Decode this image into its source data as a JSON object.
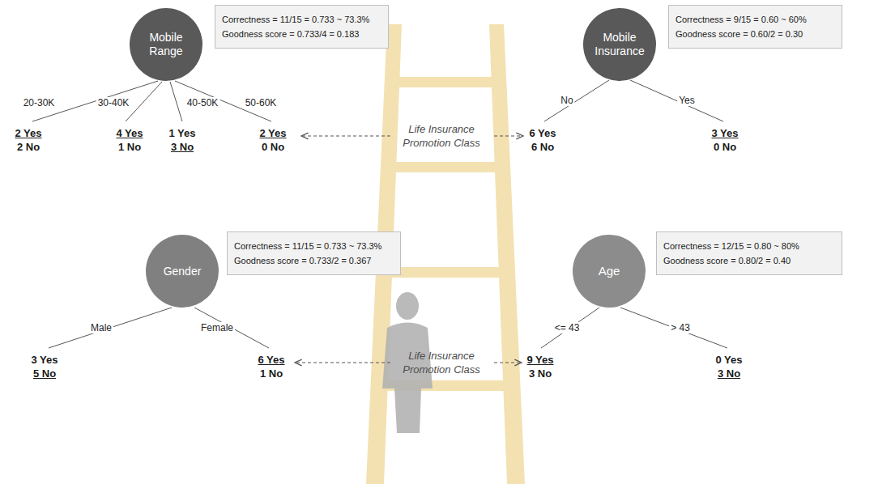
{
  "diagram": {
    "nodes": [
      {
        "text": [
          "Mobile Range"
        ]
      },
      {
        "text": [
          "Correctness = 11/15 = 0.733 ~ 73.3%",
          "Goodness score = 0.733/4 = 0.183"
        ]
      },
      {
        "text": [
          "Mobile Insurance"
        ]
      },
      {
        "text": [
          "Correctness = 9/15 = 0.60 ~ 60%",
          "Goodness score = 0.60/2 = 0.30"
        ]
      },
      {
        "text": [
          "Gender"
        ]
      },
      {
        "text": [
          "Correctness = 11/15 = 0.733 ~ 73.3%",
          "Goodness score = 0.733/2 = 0.367"
        ]
      },
      {
        "text": [
          "Age"
        ]
      },
      {
        "text": [
          "Correctness = 12/15 = 0.80 ~ 80%",
          "Goodness score = 0.80/2 = 0.40"
        ]
      }
    ],
    "labels": [
      "20-30K",
      "30-40K",
      "40-50K",
      "50-60K",
      "2 Yes",
      "2 No",
      "4 Yes",
      "1 No",
      "1 Yes",
      "3 No",
      "2 Yes",
      "0 No",
      "Life Insurance Promotion Class",
      "No",
      "Yes",
      "6 Yes",
      "6 No",
      "3 Yes",
      "0 No",
      "Male",
      "Female",
      "3 Yes",
      "5 No",
      "6 Yes",
      "1 No",
      "Life Insurance Promotion Class",
      "<= 43",
      "> 43",
      "9 Yes",
      "3 No",
      "0 Yes",
      "3 No"
    ]
  }
}
